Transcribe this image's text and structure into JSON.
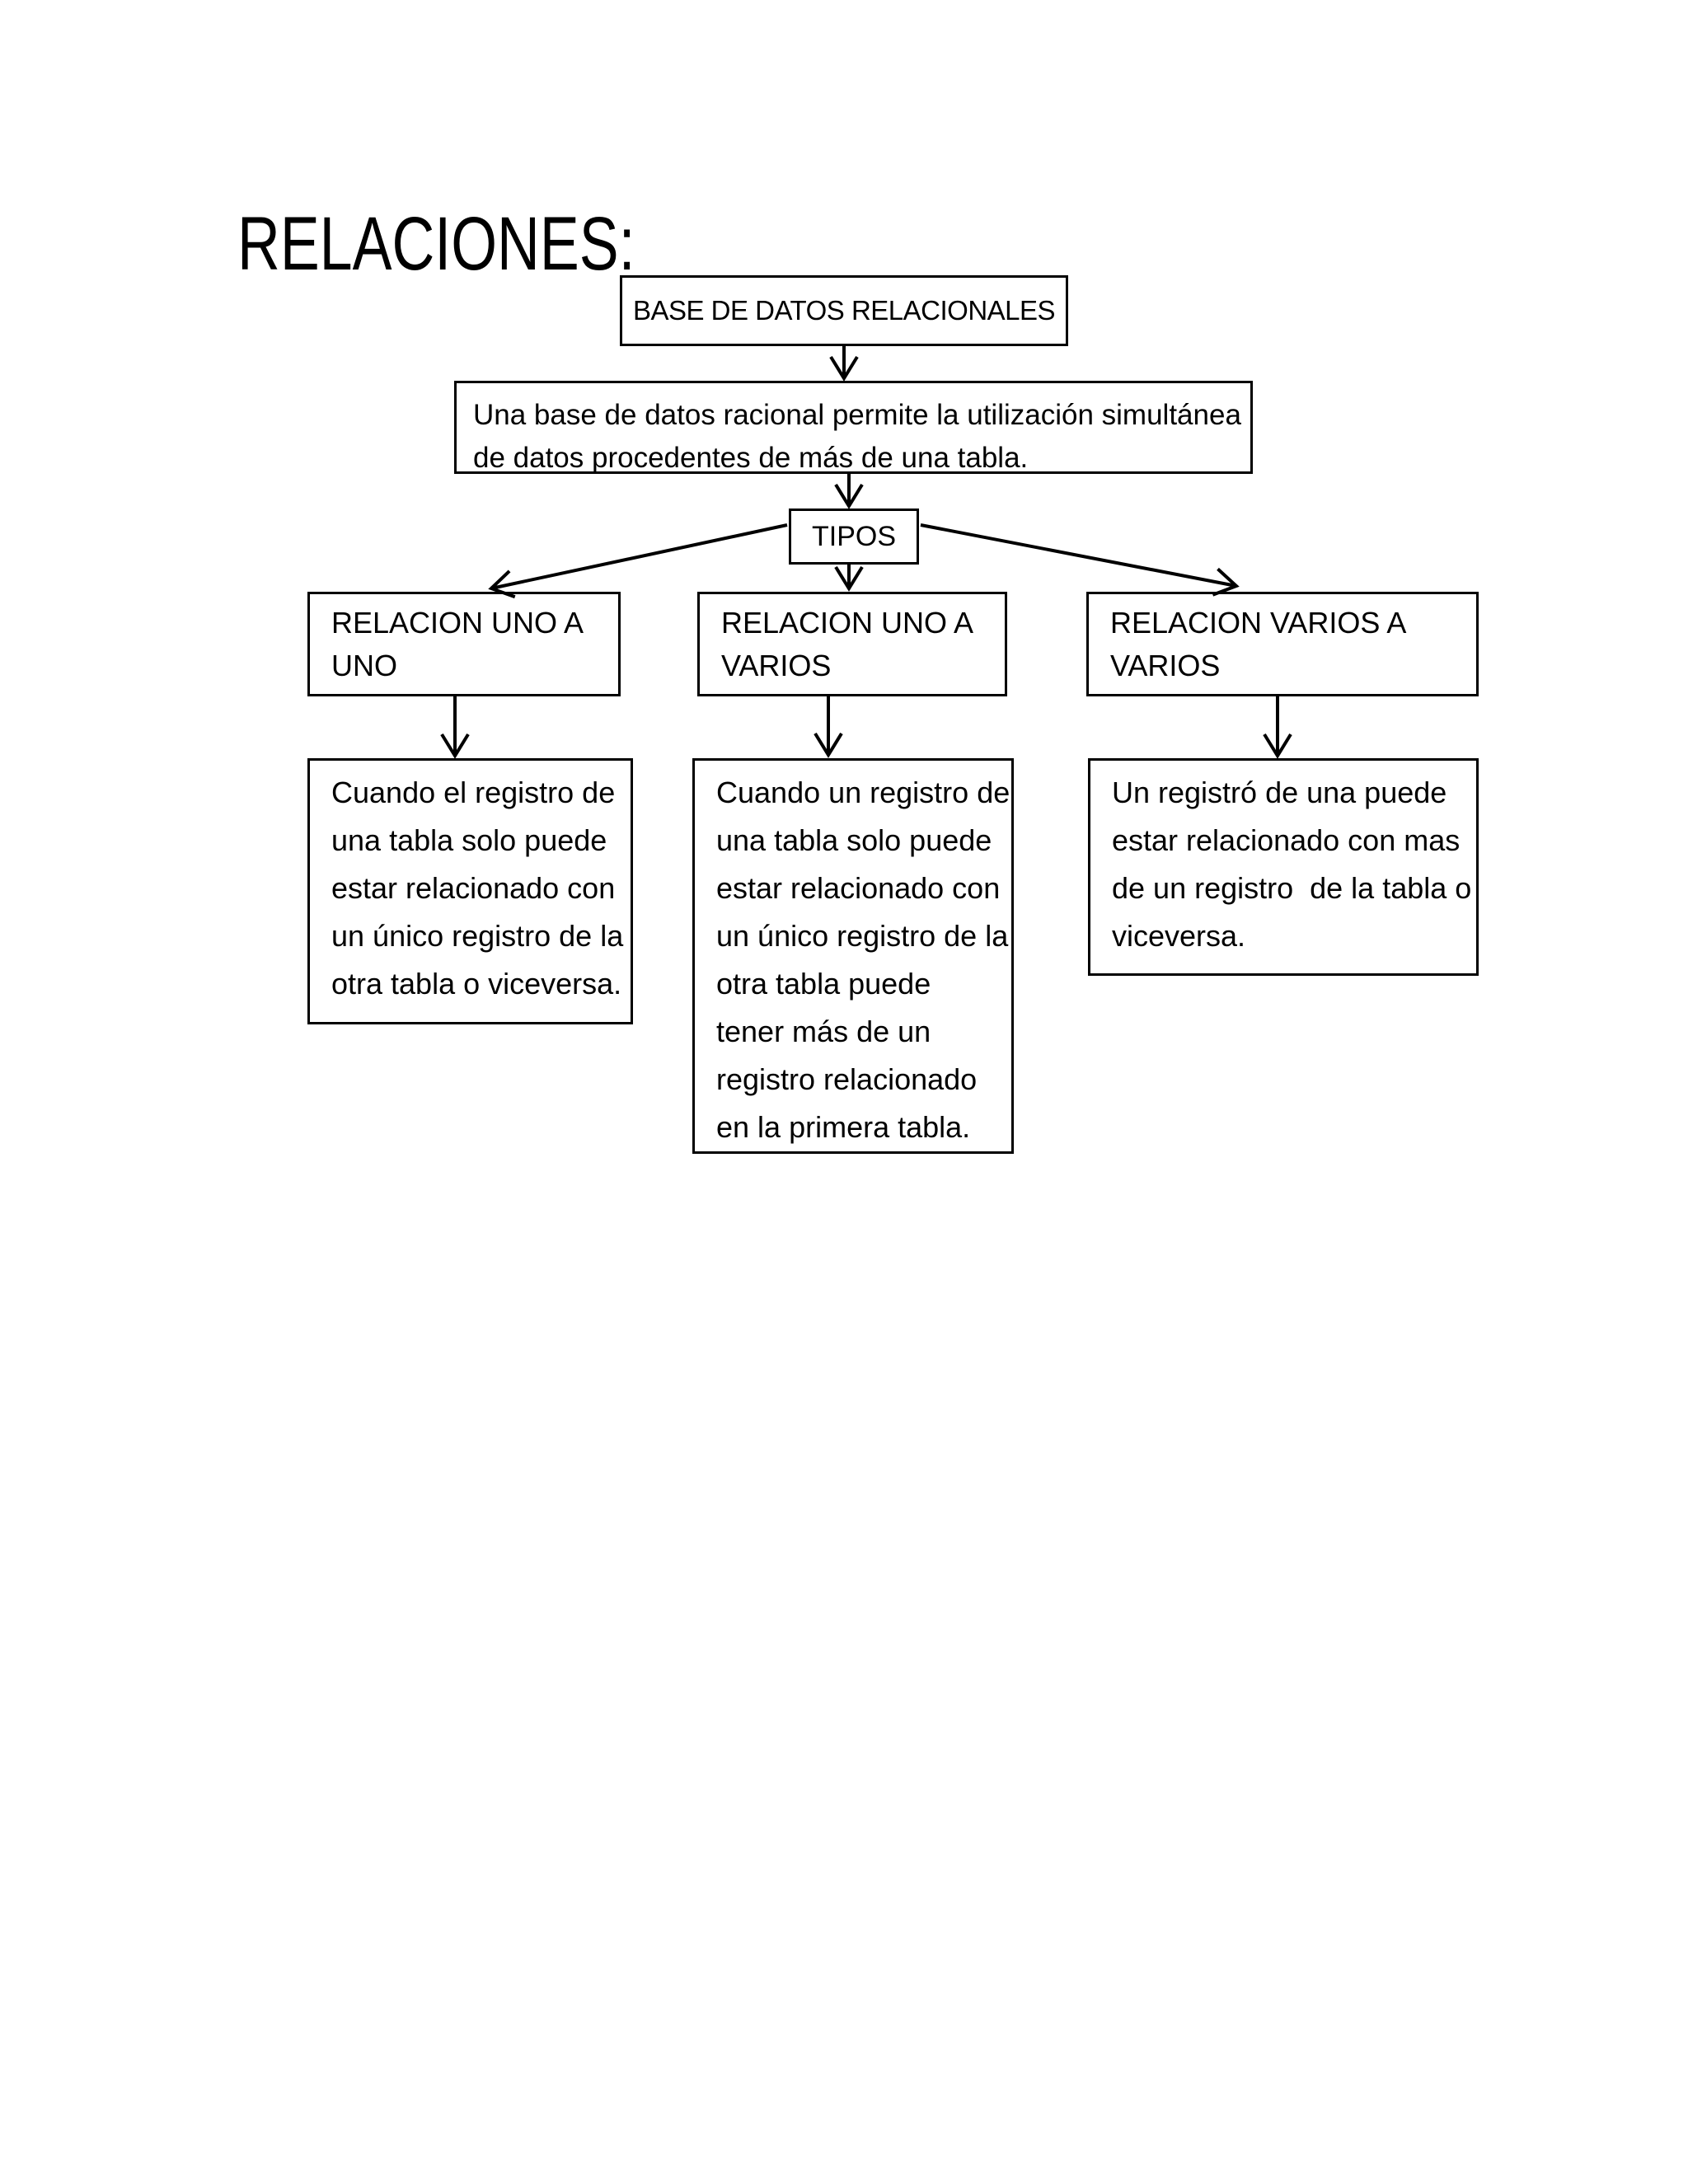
{
  "page": {
    "background": "#ffffff",
    "ink": "#000000"
  },
  "title": "RELACIONES:",
  "diagram": {
    "base_box": {
      "label": "BASE DE DATOS RELACIONALES"
    },
    "definition_box": {
      "lines": [
        "Una base de datos racional permite la utilización simultánea",
        "de datos procedentes de más de una tabla."
      ]
    },
    "tipos_box": {
      "label": "TIPOS"
    },
    "type_boxes": [
      {
        "lines": [
          "RELACION UNO A",
          "UNO"
        ]
      },
      {
        "lines": [
          "RELACION UNO A",
          "VARIOS"
        ]
      },
      {
        "lines": [
          "RELACION VARIOS A",
          "VARIOS"
        ]
      }
    ],
    "desc_boxes": [
      {
        "lines": [
          "Cuando el registro de",
          "una tabla solo puede",
          "estar relacionado con",
          "un único registro de la",
          "otra tabla o viceversa."
        ]
      },
      {
        "lines": [
          "Cuando un registro de",
          "una tabla solo puede",
          "estar relacionado con",
          "un único registro de la",
          "otra tabla puede",
          "tener más de un",
          "registro relacionado",
          "en la primera tabla."
        ]
      },
      {
        "lines": [
          "Un registró de una puede",
          "estar relacionado con mas",
          "de un registro  de la tabla o",
          "viceversa."
        ]
      }
    ]
  }
}
